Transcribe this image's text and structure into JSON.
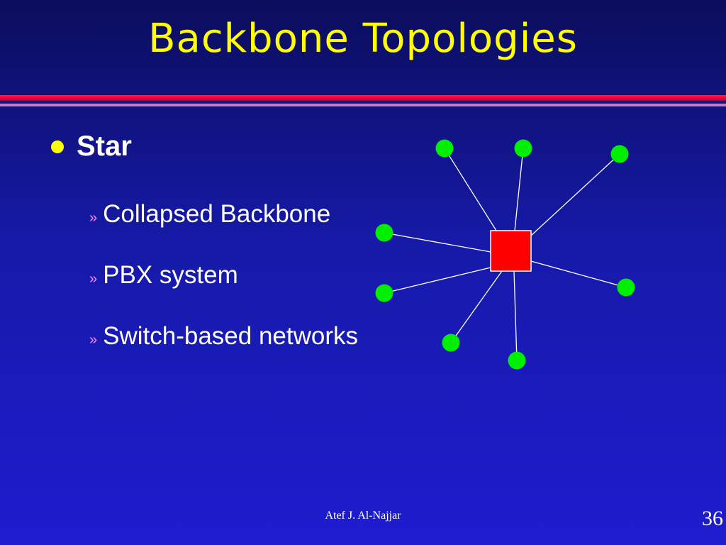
{
  "slide": {
    "title": "Backbone Topologies",
    "bullet": "Star",
    "sub_marker": "»",
    "sub_items": [
      "Collapsed Backbone",
      "PBX system",
      "Switch-based networks"
    ],
    "footer": "Atef J. Al-Najjar",
    "page_number": "36"
  },
  "colors": {
    "background_top": "#0b0d5c",
    "background_bottom": "#1e1ccf",
    "title": "#ffff00",
    "bullet": "#ffff00",
    "rule_red": "#e8003a",
    "rule_pink": "#c77ac8",
    "hub": "#ff0000",
    "node": "#00ee00",
    "link": "#ffffff"
  },
  "diagram": {
    "type": "star-topology",
    "hub": "switch",
    "node_count": 8
  }
}
